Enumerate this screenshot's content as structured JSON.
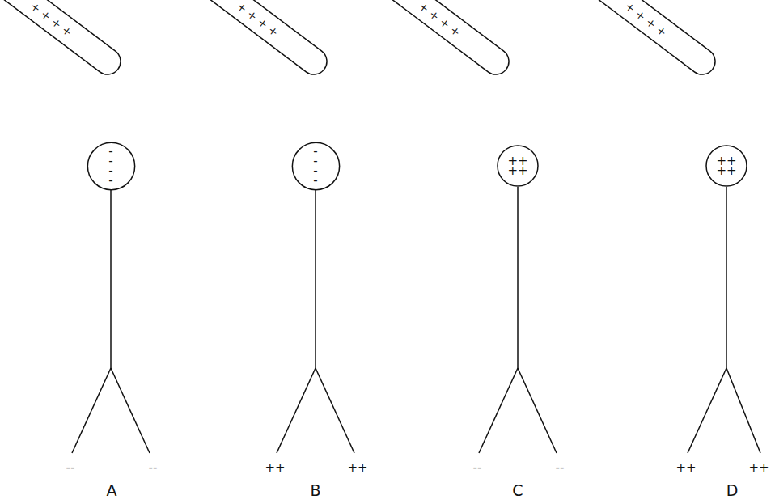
{
  "diagram": {
    "nodes": [
      {
        "text": [
          "+ + + +"
        ]
      },
      {
        "text": [
          "+ + + +"
        ]
      },
      {
        "text": [
          "+ + + +"
        ]
      },
      {
        "text": [
          "+ + + +"
        ]
      },
      {
        "text": [
          "-- --"
        ]
      },
      {
        "text": [
          "-- --"
        ]
      },
      {
        "text": [
          "++ ++"
        ]
      },
      {
        "text": [
          "++ ++"
        ]
      }
    ],
    "labels": [
      "--",
      "--",
      "++",
      "++",
      "--",
      "--",
      "++",
      "++",
      "A",
      "B",
      "C",
      "D"
    ]
  }
}
